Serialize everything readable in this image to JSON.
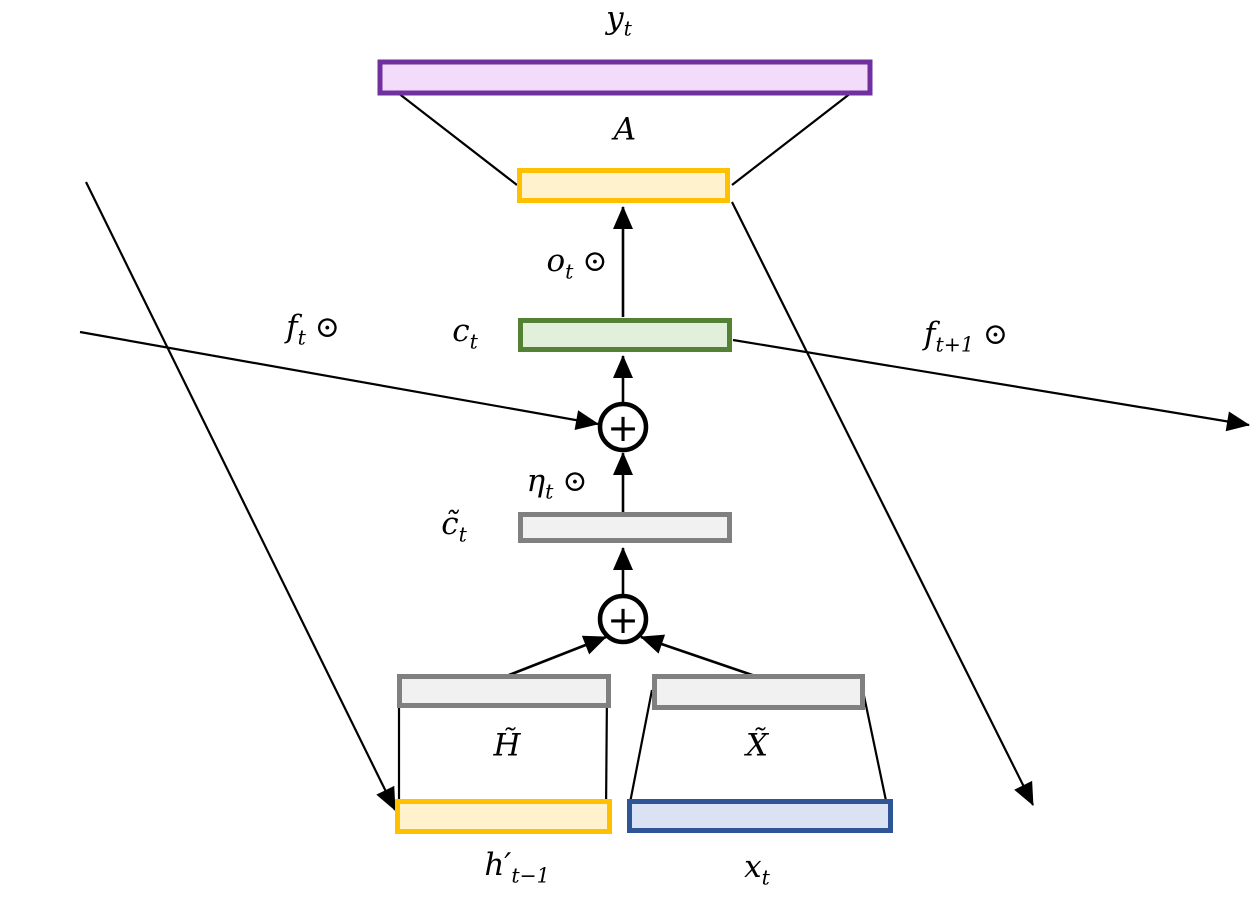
{
  "diagram": {
    "description": "recurrent cell diagram",
    "plus_upper": "+",
    "plus_lower": "+"
  },
  "colors": {
    "purple_border": "#7030A0",
    "purple_fill": "#F2DCFA",
    "gold_border": "#FFC000",
    "gold_fill": "#FFF2CC",
    "green_border": "#548235",
    "green_fill": "#E2EFDA",
    "gray_border": "#808080",
    "gray_fill": "#F1F1F1",
    "blue_border": "#2F5597",
    "blue_fill": "#DAE2F3",
    "line": "#000000"
  },
  "labels": {
    "yt": {
      "base": "y",
      "sub": "t"
    },
    "A": {
      "base": "A"
    },
    "ot": {
      "base": "o",
      "sub": "t",
      "op": "⊙"
    },
    "ct": {
      "base": "c",
      "sub": "t"
    },
    "ft": {
      "base": "f",
      "sub": "t",
      "op": "⊙"
    },
    "ft1": {
      "base": "f",
      "sub": "t+1",
      "op": "⊙"
    },
    "etat": {
      "base": "η",
      "sub": "t",
      "op": "⊙"
    },
    "ctilde": {
      "base": "c̃",
      "sub": "t"
    },
    "Htilde": {
      "base": "H̃"
    },
    "Xtilde": {
      "base": "X̃"
    },
    "hprime": {
      "base": "h′",
      "sub": "t−1"
    },
    "xt": {
      "base": "x",
      "sub": "t"
    }
  }
}
